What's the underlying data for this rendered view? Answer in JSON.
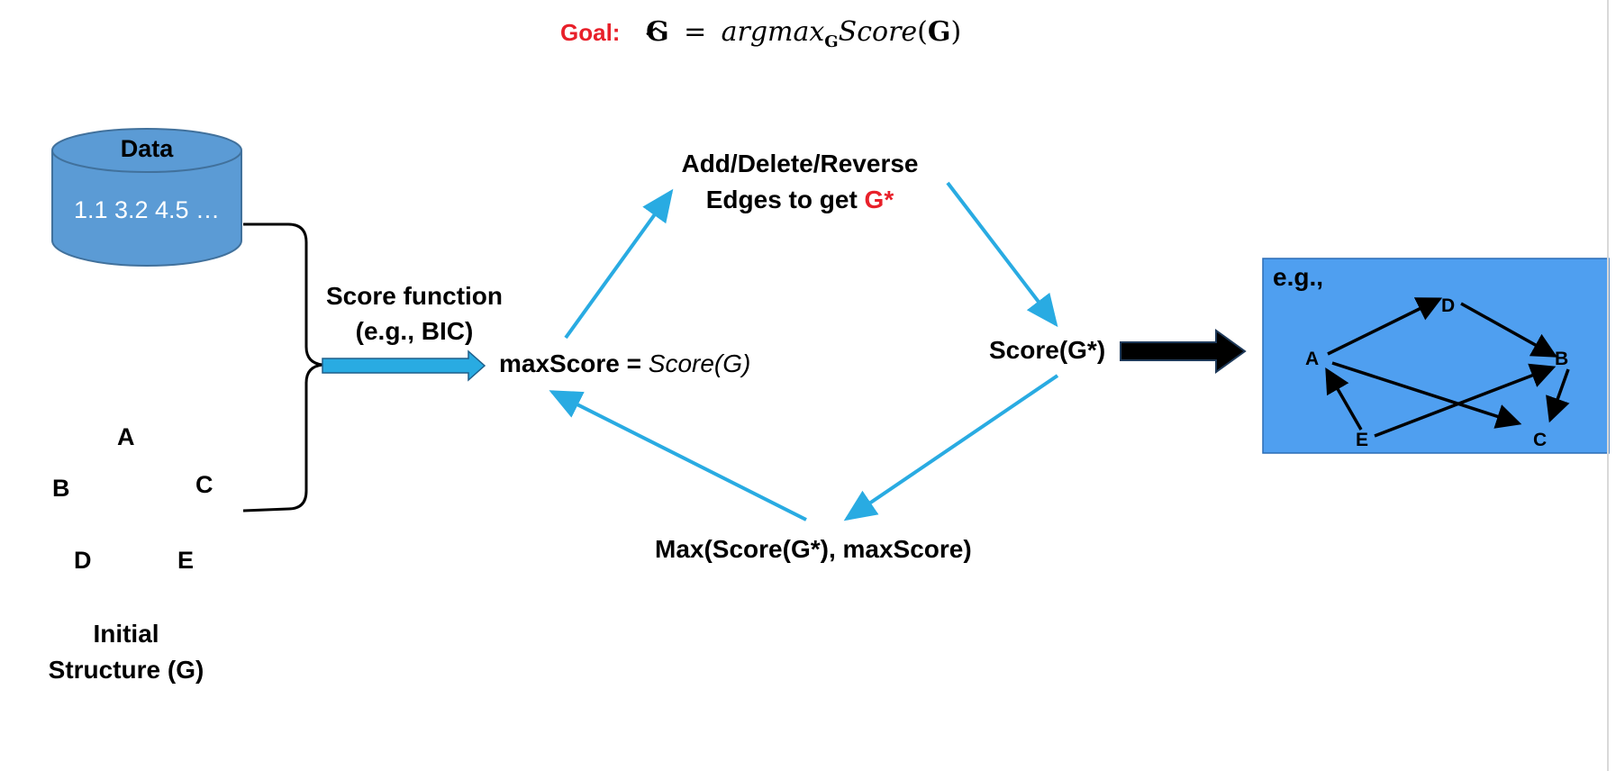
{
  "goal": {
    "label": "Goal:",
    "hat_g": "G",
    "equals": "=",
    "argmax": "argmax",
    "subscript": "G",
    "score": "Score",
    "open_paren": "(",
    "g": "G",
    "close_paren": ")"
  },
  "data_store": {
    "title": "Data",
    "values": "1.1 3.2 4.5 …",
    "fill_color": "#5b9bd5"
  },
  "score_function": {
    "line1": "Score function",
    "line2": "(e.g., BIC)"
  },
  "max_score": {
    "label": "maxScore = ",
    "expr": "Score(G)"
  },
  "modify_step": {
    "line1": "Add/Delete/Reverse",
    "line2_prefix": "Edges to get ",
    "line2_highlight": "G*"
  },
  "score_g_star": "Score(G*)",
  "max_step": "Max(Score(G*), maxScore)",
  "initial_structure": {
    "nodes": [
      "A",
      "B",
      "C",
      "D",
      "E"
    ],
    "caption_line1": "Initial",
    "caption_line2": "Structure (G)"
  },
  "example": {
    "label": "e.g.,",
    "nodes": [
      "A",
      "B",
      "C",
      "D",
      "E"
    ],
    "edges": [
      [
        "A",
        "D"
      ],
      [
        "D",
        "B"
      ],
      [
        "A",
        "C"
      ],
      [
        "E",
        "B"
      ],
      [
        "E",
        "A"
      ],
      [
        "B",
        "C"
      ]
    ],
    "panel_color": "#4f9ff0"
  },
  "colors": {
    "accent_red": "#e8202a",
    "arrow_blue": "#29abe2",
    "text": "#000000"
  }
}
